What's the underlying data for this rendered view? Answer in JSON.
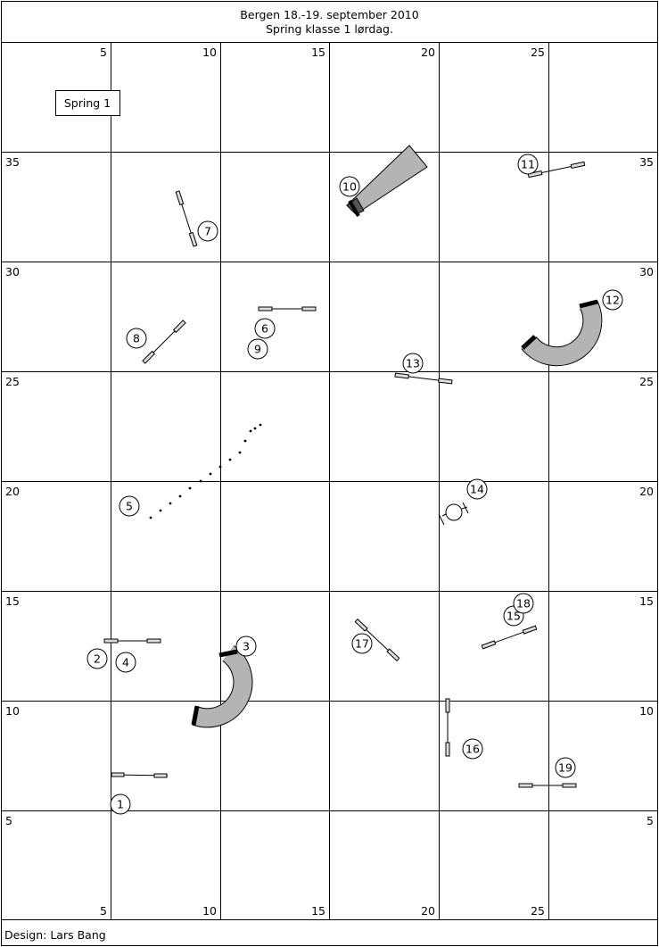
{
  "header": {
    "title": "Bergen 18.-19. september 2010",
    "subtitle": "Spring klasse 1 lørdag."
  },
  "footer": {
    "designer": "Design: Lars Bang"
  },
  "course_label": "Spring 1",
  "grid": {
    "x_labels": [
      "5",
      "10",
      "15",
      "20",
      "25"
    ],
    "y_labels": [
      "35",
      "30",
      "25",
      "20",
      "15",
      "10",
      "5"
    ]
  },
  "obstacles": [
    {
      "number": "1",
      "type": "jump"
    },
    {
      "number": "2",
      "type": "jump"
    },
    {
      "number": "3",
      "type": "tunnel"
    },
    {
      "number": "4",
      "type": "jump"
    },
    {
      "number": "5",
      "type": "weave-poles"
    },
    {
      "number": "6",
      "type": "jump"
    },
    {
      "number": "7",
      "type": "jump"
    },
    {
      "number": "8",
      "type": "jump"
    },
    {
      "number": "9",
      "type": "jump"
    },
    {
      "number": "10",
      "type": "collapsed-tunnel"
    },
    {
      "number": "11",
      "type": "jump"
    },
    {
      "number": "12",
      "type": "tunnel"
    },
    {
      "number": "13",
      "type": "jump"
    },
    {
      "number": "14",
      "type": "tire"
    },
    {
      "number": "15",
      "type": "jump"
    },
    {
      "number": "16",
      "type": "jump"
    },
    {
      "number": "17",
      "type": "jump"
    },
    {
      "number": "18",
      "type": "jump"
    },
    {
      "number": "19",
      "type": "jump"
    }
  ]
}
